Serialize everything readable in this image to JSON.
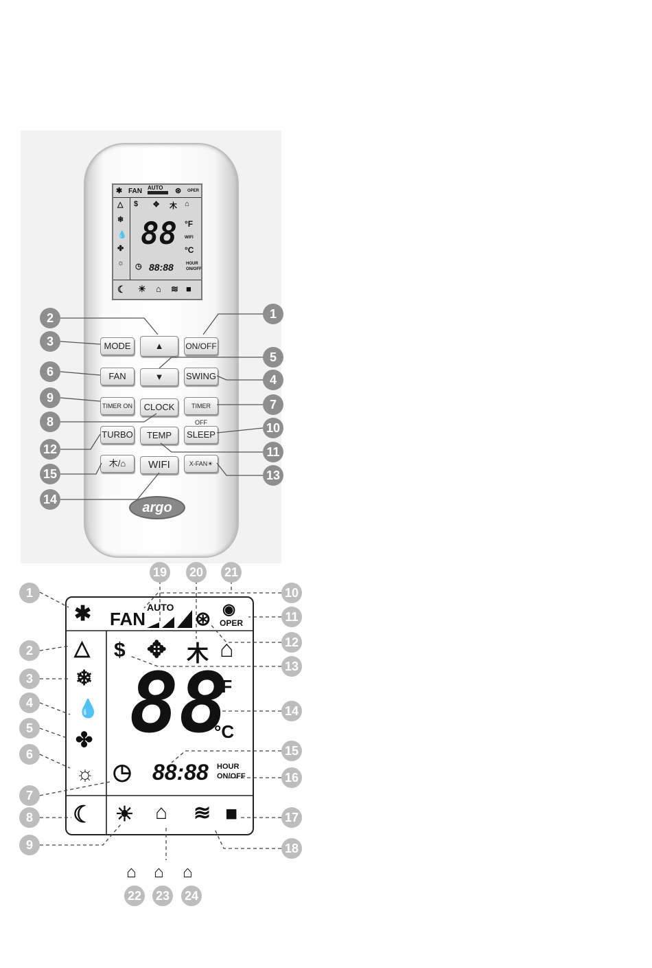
{
  "remote": {
    "brand": "argo",
    "lcd_small": {
      "top_fan": "FAN",
      "top_auto": "AUTO",
      "top_oper": "OPER",
      "big_digits": "88",
      "unit_f": "°F",
      "unit_c": "°C",
      "wifi": "WIFI",
      "clock_digits": "88:88",
      "hour": "HOUR",
      "onoff": "ON/OFF"
    },
    "buttons": {
      "mode": "MODE",
      "up": "▲",
      "onoff": "ON/OFF",
      "fan": "FAN",
      "down": "▼",
      "swing": "SWING",
      "timer_on": "TIMER ON",
      "clock": "CLOCK",
      "timer_off": "TIMER OFF",
      "turbo": "TURBO",
      "temp": "TEMP",
      "sleep": "SLEEP",
      "tree_home": "/",
      "wifi": "WIFI",
      "xfan": "X-FAN"
    },
    "callouts": [
      "1",
      "2",
      "3",
      "4",
      "5",
      "6",
      "7",
      "8",
      "9",
      "10",
      "11",
      "12",
      "13",
      "14",
      "15"
    ]
  },
  "display": {
    "fan": "FAN",
    "auto": "AUTO",
    "oper": "OPER",
    "big_digits": "88",
    "unit_f": "°F",
    "unit_c": "°C",
    "clock_digits": "88:88",
    "hour": "HOUR",
    "onoff": "ON/OFF",
    "callouts": [
      "1",
      "2",
      "3",
      "4",
      "5",
      "6",
      "7",
      "8",
      "9",
      "10",
      "11",
      "12",
      "13",
      "14",
      "15",
      "16",
      "17",
      "18",
      "19",
      "20",
      "21",
      "22",
      "23",
      "24"
    ]
  },
  "colors": {
    "callout_dark": "#8e8e8e",
    "callout_light": "#bdbdbd",
    "lcd_bg": "#d7d7d7"
  }
}
